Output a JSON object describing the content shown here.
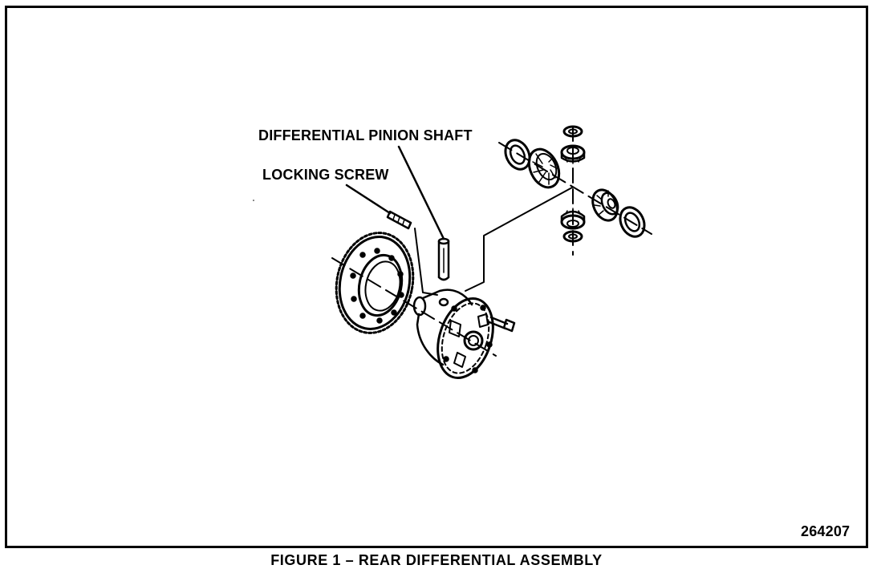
{
  "diagram": {
    "labels": {
      "pinion_shaft": "DIFFERENTIAL PINION SHAFT",
      "locking_screw": "LOCKING SCREW"
    },
    "figure_number": "264207"
  },
  "caption": "FIGURE 1 – REAR DIFFERENTIAL ASSEMBLY",
  "colors": {
    "ink": "#000000",
    "background": "#ffffff"
  }
}
